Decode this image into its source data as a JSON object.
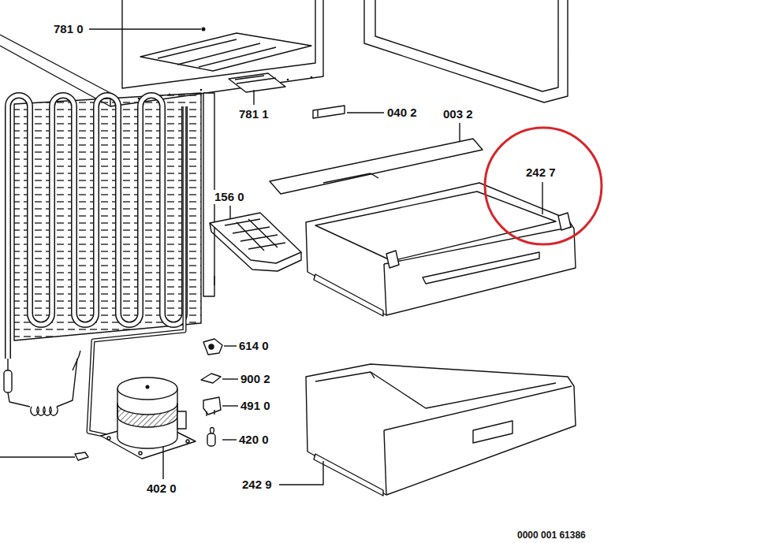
{
  "diagram": {
    "nodes": [
      {
        "text": [
          "242 7"
        ]
      }
    ],
    "labels": [
      "781 0",
      "781 1",
      "040 2",
      "003 2",
      "156 0",
      "614 0",
      "900 2",
      "491 0",
      "420 0",
      "242 9",
      "402 0",
      "0000 001 61386"
    ]
  }
}
